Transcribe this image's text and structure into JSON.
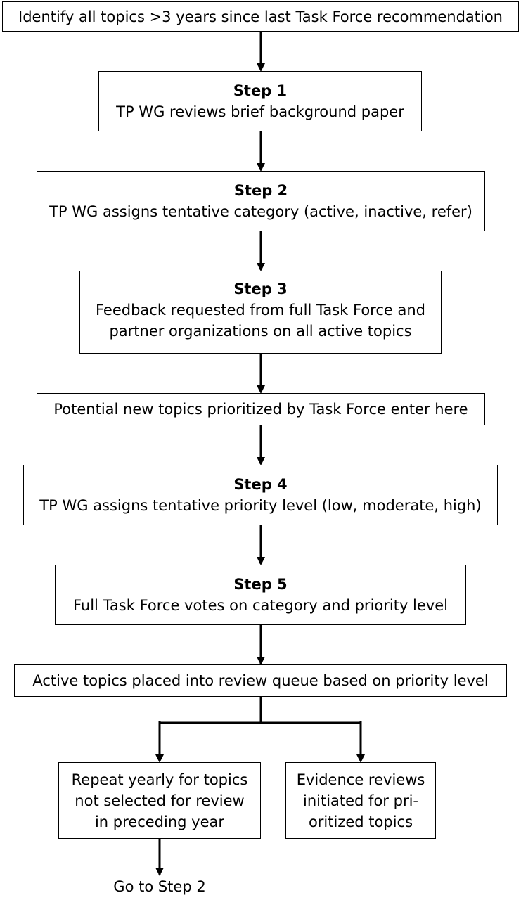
{
  "identify": "Identify all topics >3 years since last Task Force recommendation",
  "steps": [
    {
      "title": "Step 1",
      "text": "TP WG reviews brief background paper"
    },
    {
      "title": "Step 2",
      "text": "TP WG assigns tentative category (active, inactive, refer)"
    },
    {
      "title": "Step 3",
      "line1": "Feedback requested from full Task Force and",
      "line2": "partner organizations on all active topics"
    },
    {
      "title": "Step 4",
      "text": "TP WG assigns tentative priority level (low, moderate, high)"
    },
    {
      "title": "Step 5",
      "text": "Full Task Force votes on category and priority level"
    }
  ],
  "new_topics": "Potential new topics prioritized by Task Force enter here",
  "queue": "Active topics placed into review queue based on priority level",
  "repeat": {
    "line1": "Repeat yearly for topics",
    "line2": "not selected for review",
    "line3": "in preceding year"
  },
  "evidence": {
    "line1": "Evidence reviews",
    "line2": "initiated for pri-",
    "line3": "oritized topics"
  },
  "goto": "Go to Step 2"
}
